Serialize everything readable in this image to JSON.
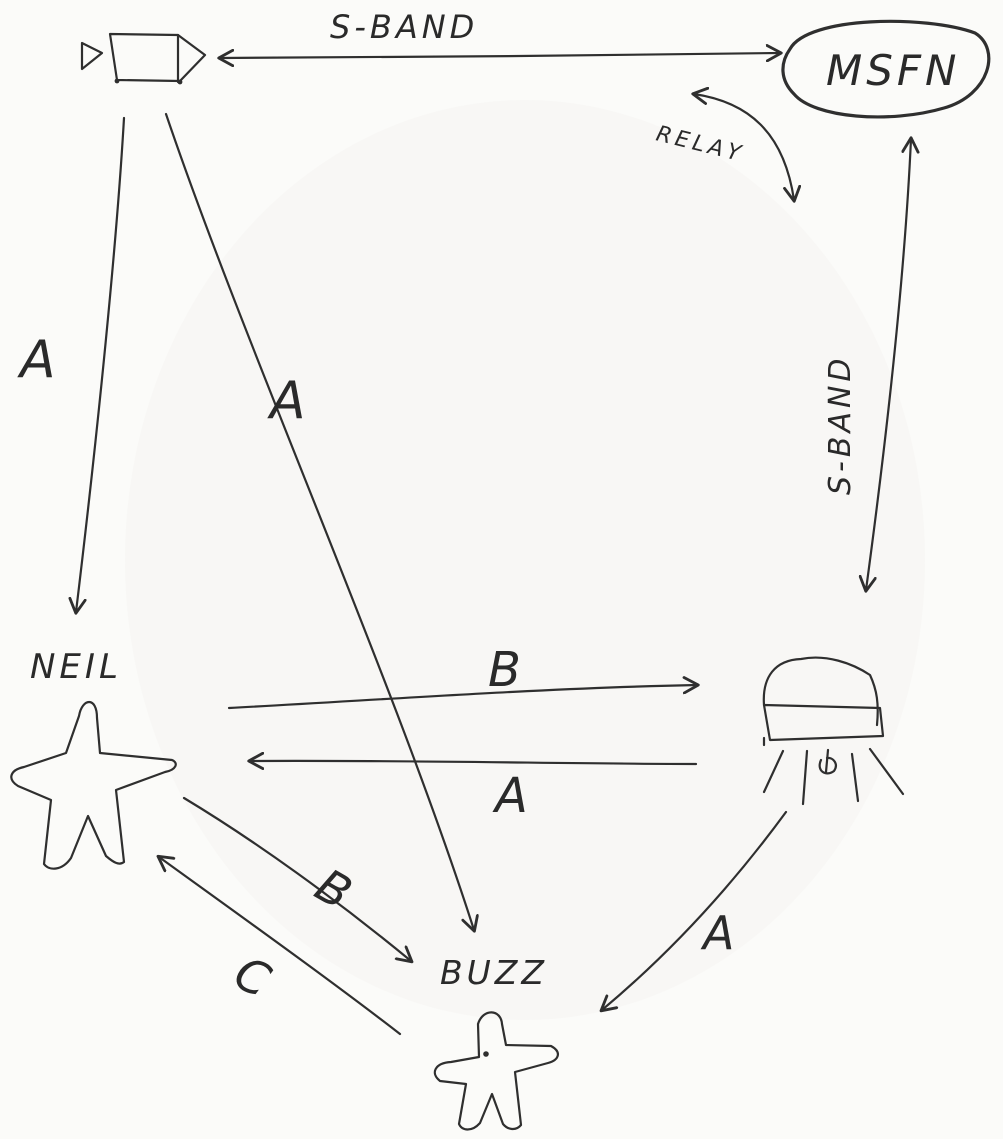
{
  "diagram": {
    "nodes": {
      "camera": {
        "label": ""
      },
      "msfn": {
        "label": "MSFN"
      },
      "lunar_module": {
        "label": ""
      },
      "neil": {
        "label": "NEIL"
      },
      "buzz": {
        "label": "BUZZ"
      }
    },
    "links": {
      "camera_msfn": {
        "label": "S-BAND"
      },
      "relay": {
        "label": "RELAY"
      },
      "msfn_lm": {
        "label": "S-BAND"
      },
      "camera_neil": {
        "label": "A"
      },
      "camera_buzz": {
        "label": "A"
      },
      "neil_lm": {
        "label": "B"
      },
      "lm_neil": {
        "label": "A"
      },
      "neil_buzz": {
        "label": "B"
      },
      "buzz_neil": {
        "label": "C"
      },
      "lm_buzz": {
        "label": "A"
      }
    }
  }
}
